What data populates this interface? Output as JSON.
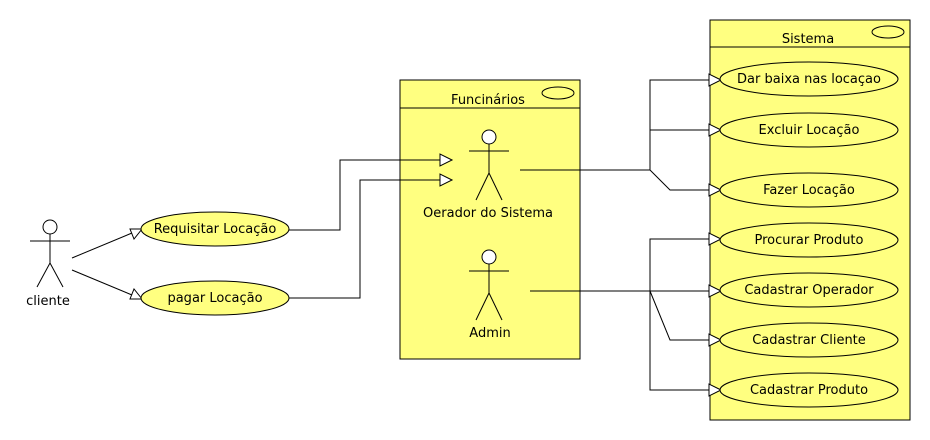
{
  "diagram": {
    "packages": {
      "funcionarios": {
        "title": "Funcinários"
      },
      "sistema": {
        "title": "Sistema"
      }
    },
    "actors": {
      "cliente": "cliente",
      "operador": "Oerador do Sistema",
      "admin": "Admin"
    },
    "client_use_cases": {
      "requisitar": "Requisitar Locação",
      "pagar": "pagar Locação"
    },
    "system_use_cases": [
      "Dar baixa nas locaçao",
      "Excluir Locação",
      "Fazer Locação",
      "Procurar Produto",
      "Cadastrar Operador",
      "Cadastrar Cliente",
      "Cadastrar Produto"
    ],
    "colors": {
      "fill": "#ffff80",
      "stroke": "#000000",
      "background": "#ffffff"
    }
  }
}
